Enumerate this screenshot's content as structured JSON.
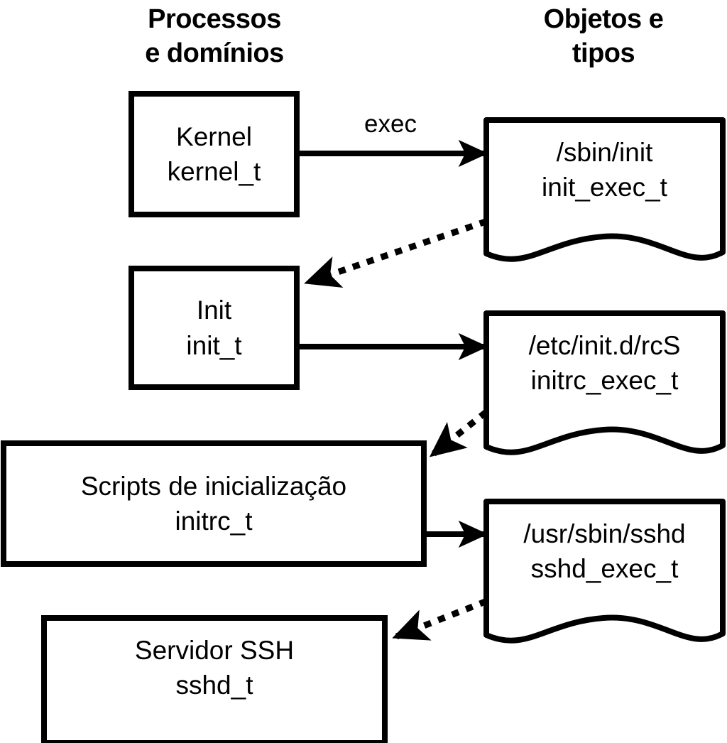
{
  "diagram": {
    "title_columns": {
      "left": "Processos\ne domínios",
      "right": "Objetos e\ntipos"
    },
    "colors": {
      "stroke": "#000000",
      "fill": "#ffffff",
      "background": "#ffffff"
    },
    "process_nodes": [
      {
        "id": "kernel",
        "name": "Kernel",
        "type": "kernel_t"
      },
      {
        "id": "init",
        "name": "Init",
        "type": "init_t"
      },
      {
        "id": "initrc",
        "name": "Scripts de inicialização",
        "type": "initrc_t"
      },
      {
        "id": "sshd",
        "name": "Servidor SSH",
        "type": "sshd_t"
      }
    ],
    "object_nodes": [
      {
        "id": "initexec",
        "path": "/sbin/init",
        "type": "init_exec_t"
      },
      {
        "id": "initrcexec",
        "path": "/etc/init.d/rcS",
        "type": "initrc_exec_t"
      },
      {
        "id": "sshdexec",
        "path": "/usr/sbin/sshd",
        "type": "sshd_exec_t"
      }
    ],
    "edges": [
      {
        "id": "kernel-exec-initexec",
        "from": "kernel",
        "to": "initexec",
        "style": "solid",
        "label": "exec"
      },
      {
        "id": "initexec-init",
        "from": "initexec",
        "to": "init",
        "style": "dotted",
        "label": ""
      },
      {
        "id": "init-initrcexec",
        "from": "init",
        "to": "initrcexec",
        "style": "solid",
        "label": ""
      },
      {
        "id": "initrcexec-initrc",
        "from": "initrcexec",
        "to": "initrc",
        "style": "dotted",
        "label": ""
      },
      {
        "id": "initrc-sshdexec",
        "from": "initrc",
        "to": "sshdexec",
        "style": "solid",
        "label": ""
      },
      {
        "id": "sshdexec-sshd",
        "from": "sshdexec",
        "to": "sshd",
        "style": "dotted",
        "label": ""
      }
    ]
  }
}
